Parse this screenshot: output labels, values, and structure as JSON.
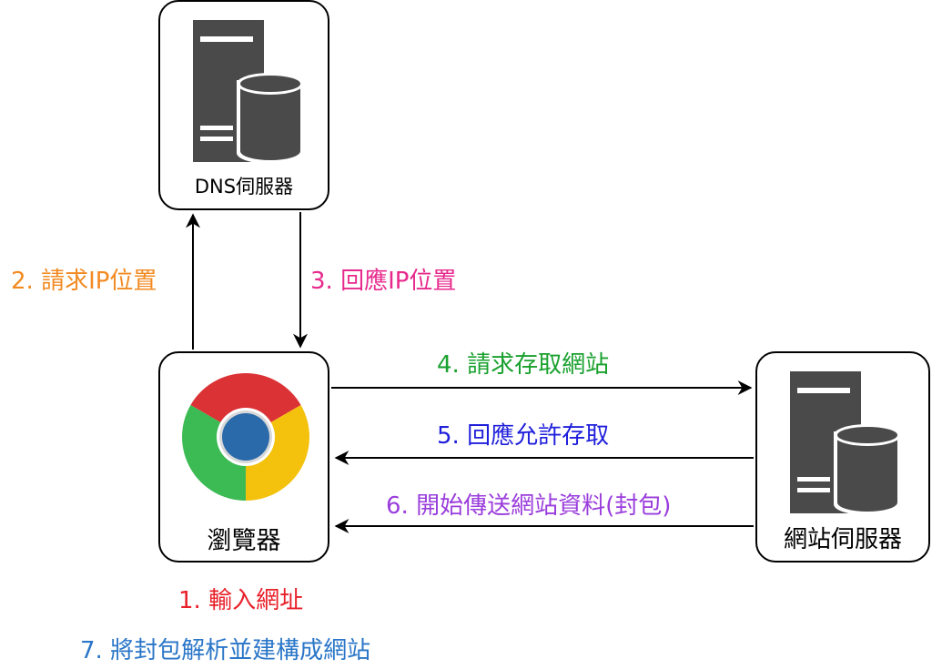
{
  "nodes": {
    "dns": {
      "label": "DNS伺服器",
      "icon": "server-database-icon"
    },
    "browser": {
      "label": "瀏覽器",
      "icon": "chrome-browser-icon"
    },
    "web": {
      "label": "網站伺服器",
      "icon": "server-database-icon"
    }
  },
  "steps": [
    {
      "text": "1. 輸入網址",
      "color": "#e8202a"
    },
    {
      "text": "2. 請求IP位置",
      "color": "#f28a21"
    },
    {
      "text": "3. 回應IP位置",
      "color": "#e72a8d"
    },
    {
      "text": "4. 請求存取網站",
      "color": "#1aa12f"
    },
    {
      "text": "5. 回應允許存取",
      "color": "#1f1fdc"
    },
    {
      "text": "6. 開始傳送網站資料(封包)",
      "color": "#9a3ddc"
    },
    {
      "text": "7. 將封包解析並建構成網站",
      "color": "#2a76c8"
    }
  ],
  "colors": {
    "server": "#4a4a4a",
    "chrome_red": "#db3236",
    "chrome_green": "#3cba54",
    "chrome_yellow": "#f4c20d",
    "chrome_blue": "#2a6aaa"
  }
}
